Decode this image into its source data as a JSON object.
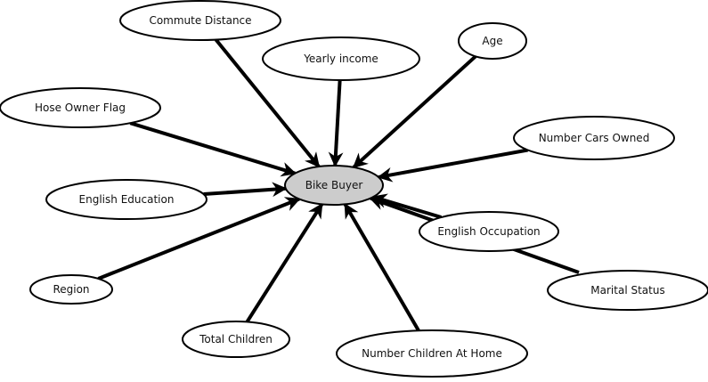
{
  "target": {
    "id": "bike-buyer",
    "label": "Bike Buyer",
    "fill": "#cccccc"
  },
  "nodes": [
    {
      "id": "commute-distance",
      "label": "Commute Distance"
    },
    {
      "id": "yearly-income",
      "label": "Yearly income"
    },
    {
      "id": "age",
      "label": "Age"
    },
    {
      "id": "hose-owner-flag",
      "label": "Hose Owner Flag"
    },
    {
      "id": "number-cars-owned",
      "label": "Number Cars Owned"
    },
    {
      "id": "english-education",
      "label": "English Education"
    },
    {
      "id": "english-occupation",
      "label": "English Occupation"
    },
    {
      "id": "region",
      "label": "Region"
    },
    {
      "id": "marital-status",
      "label": "Marital Status"
    },
    {
      "id": "total-children",
      "label": "Total Children"
    },
    {
      "id": "number-children-at-home",
      "label": "Number Children At Home"
    }
  ]
}
